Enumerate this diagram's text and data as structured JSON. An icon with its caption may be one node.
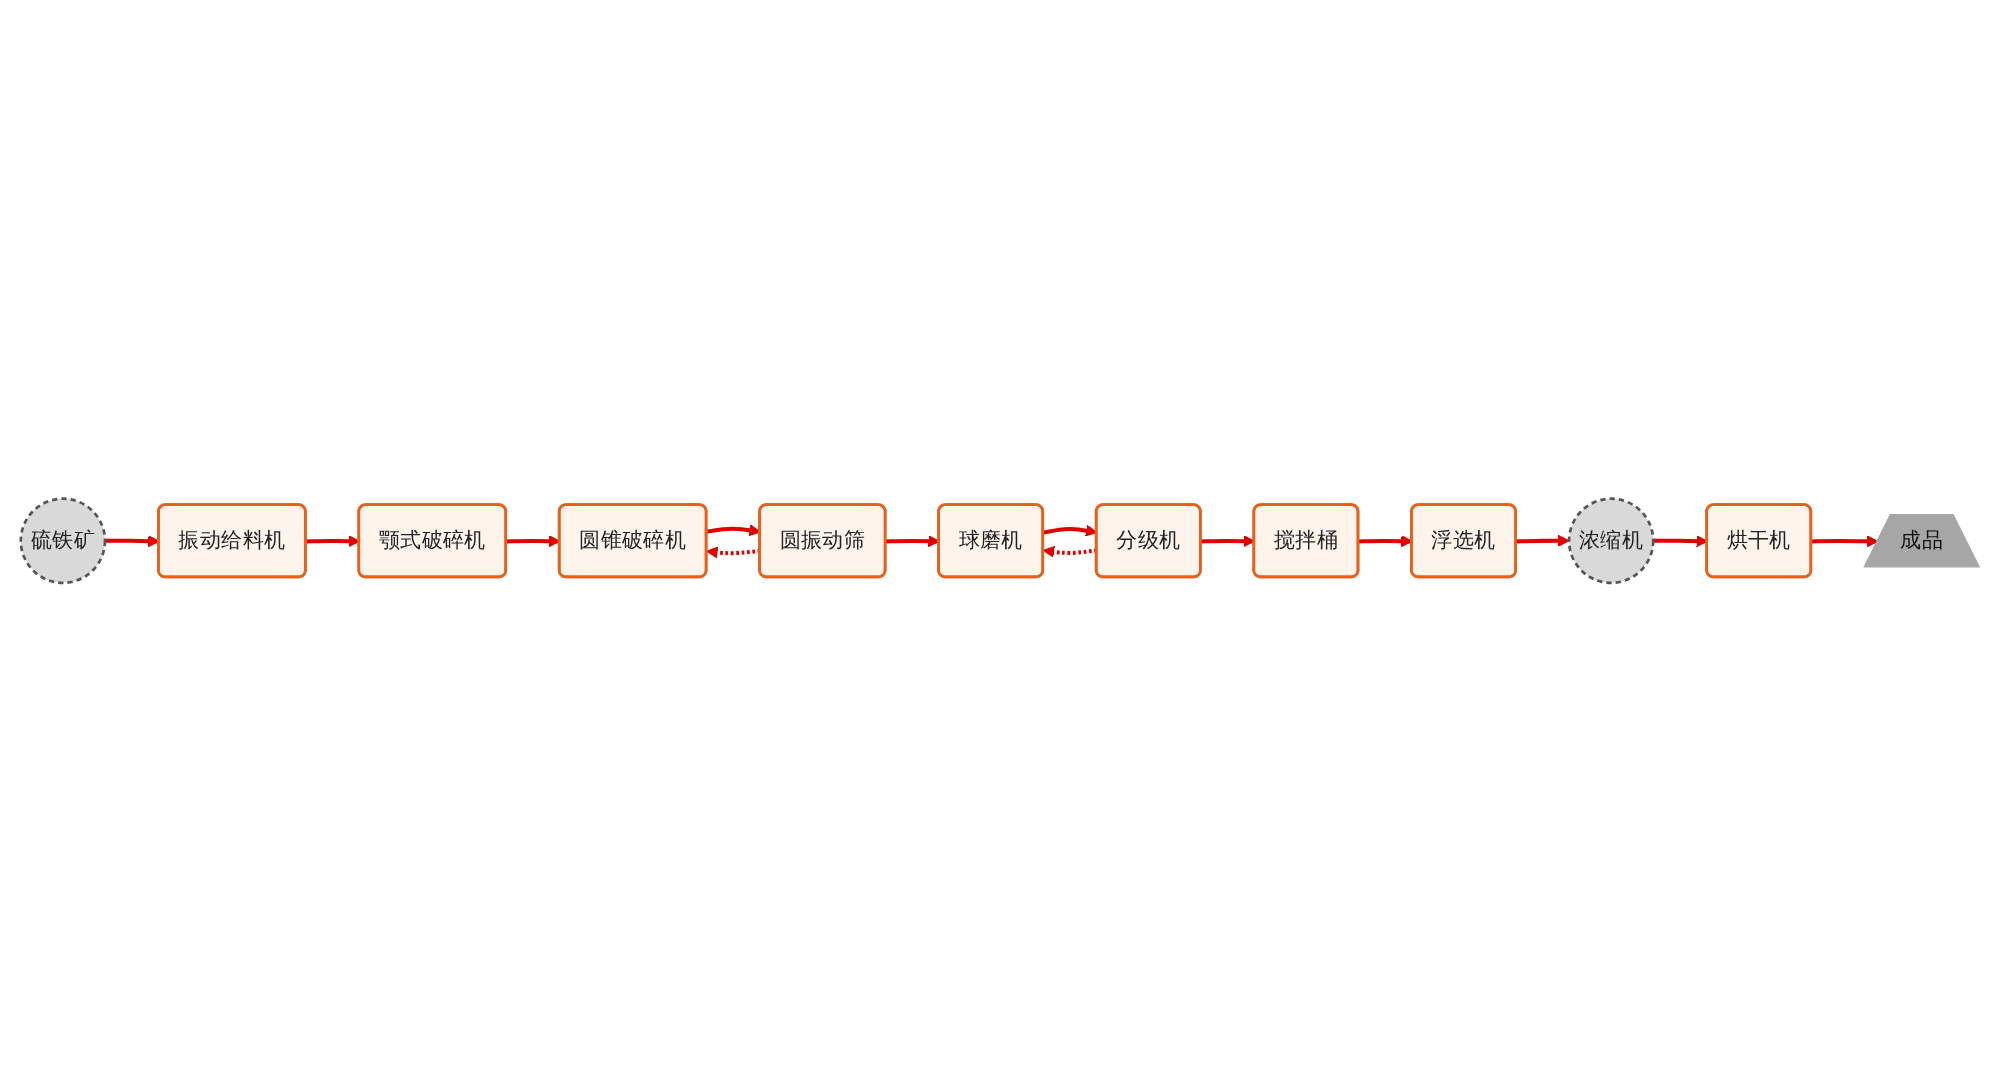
{
  "diagram": {
    "nodes": [
      {
        "text": [
          "硫铁矿"
        ]
      },
      {
        "text": [
          "振动给料机"
        ]
      },
      {
        "text": [
          "颚式破碎机"
        ]
      },
      {
        "text": [
          "圆锥破碎机"
        ]
      },
      {
        "text": [
          "圆振动筛"
        ]
      },
      {
        "text": [
          "球磨机"
        ]
      },
      {
        "text": [
          "分级机"
        ]
      },
      {
        "text": [
          "搅拌桶"
        ]
      },
      {
        "text": [
          "浮选机"
        ]
      },
      {
        "text": [
          "浓缩机"
        ]
      },
      {
        "text": [
          "烘干机"
        ]
      },
      {
        "text": [
          "成品"
        ]
      }
    ],
    "edges": [
      {
        "from": 0,
        "to": 1,
        "arrow": "to"
      },
      {
        "from": 1,
        "to": 2,
        "arrow": "to"
      },
      {
        "from": 2,
        "to": 3,
        "arrow": "to"
      },
      {
        "from": 3,
        "to": 4,
        "arrow": "to"
      },
      {
        "from": 4,
        "to": 3,
        "arrow": "to",
        "style": "dashed"
      },
      {
        "from": 4,
        "to": 5,
        "arrow": "to"
      },
      {
        "from": 6,
        "to": 5,
        "arrow": "to",
        "style": "dashed"
      },
      {
        "from": 5,
        "to": 6,
        "arrow": "to"
      },
      {
        "from": 6,
        "to": 7,
        "arrow": "to"
      },
      {
        "from": 7,
        "to": 8,
        "arrow": "to"
      },
      {
        "from": 8,
        "to": 9,
        "arrow": "to"
      },
      {
        "from": 9,
        "to": 10,
        "arrow": "to"
      },
      {
        "from": 10,
        "to": 11,
        "arrow": "to"
      }
    ]
  }
}
